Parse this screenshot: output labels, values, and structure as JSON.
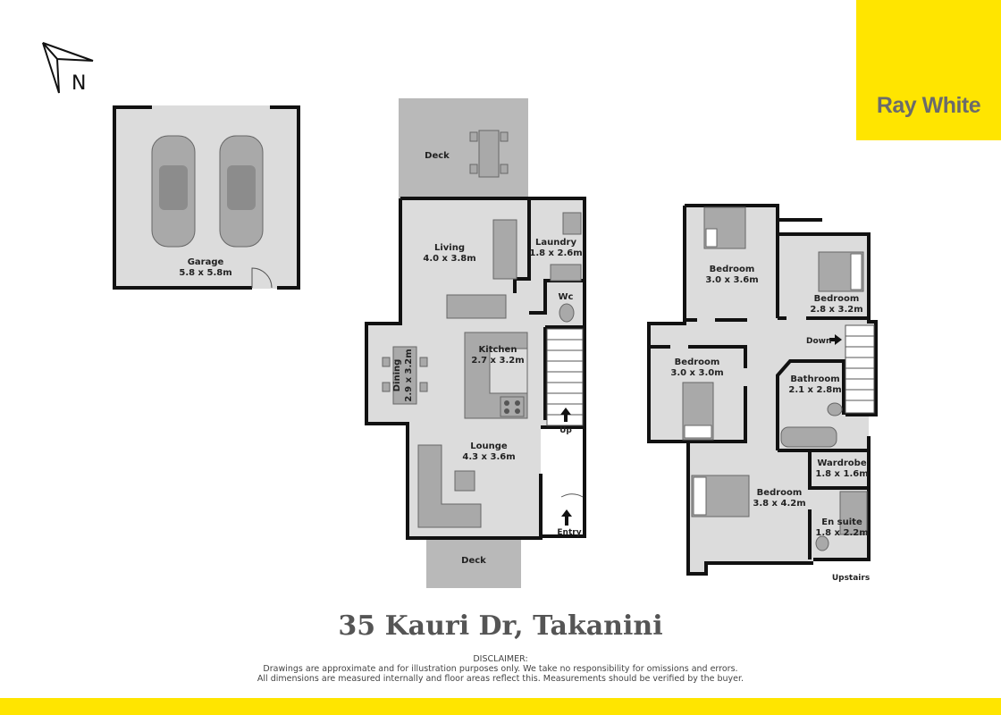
{
  "brand": {
    "name": "Ray White",
    "color": "#ffe500"
  },
  "compass": {
    "label": "N"
  },
  "address": "35 Kauri Dr, Takanini",
  "disclaimer": {
    "title": "DISCLAIMER:",
    "line1": "Drawings are approximate and for illustration purposes only. We take no responsibility for omissions and errors.",
    "line2": "All dimensions are measured internally and floor areas reflect this. Measurements should be verified by the buyer."
  },
  "garage": {
    "name": "Garage",
    "size": "5.8 x 5.8m"
  },
  "ground": {
    "deck_top": {
      "name": "Deck"
    },
    "living": {
      "name": "Living",
      "size": "4.0 x 3.8m"
    },
    "laundry": {
      "name": "Laundry",
      "size": "1.8 x 2.6m"
    },
    "wc": {
      "name": "Wc"
    },
    "kitchen": {
      "name": "Kitchen",
      "size": "2.7 x 3.2m"
    },
    "dining": {
      "name": "Dining",
      "size": "2.9 x 3.2m"
    },
    "lounge": {
      "name": "Lounge",
      "size": "4.3 x 3.6m"
    },
    "deck_bottom": {
      "name": "Deck"
    },
    "up_label": "Up",
    "entry_label": "Entry"
  },
  "upper": {
    "bedroom1": {
      "name": "Bedroom",
      "size": "3.0 x 3.6m"
    },
    "bedroom2": {
      "name": "Bedroom",
      "size": "2.8 x 3.2m"
    },
    "bedroom3": {
      "name": "Bedroom",
      "size": "3.0 x 3.0m"
    },
    "bathroom": {
      "name": "Bathroom",
      "size": "2.1 x 2.8m"
    },
    "wardrobe": {
      "name": "Wardrobe",
      "size": "1.8 x 1.6m"
    },
    "bedroom4": {
      "name": "Bedroom",
      "size": "3.8 x 4.2m"
    },
    "ensuite": {
      "name": "En suite",
      "size": "1.8 x 2.2m"
    },
    "down_label": "Down",
    "level_label": "Upstairs"
  }
}
